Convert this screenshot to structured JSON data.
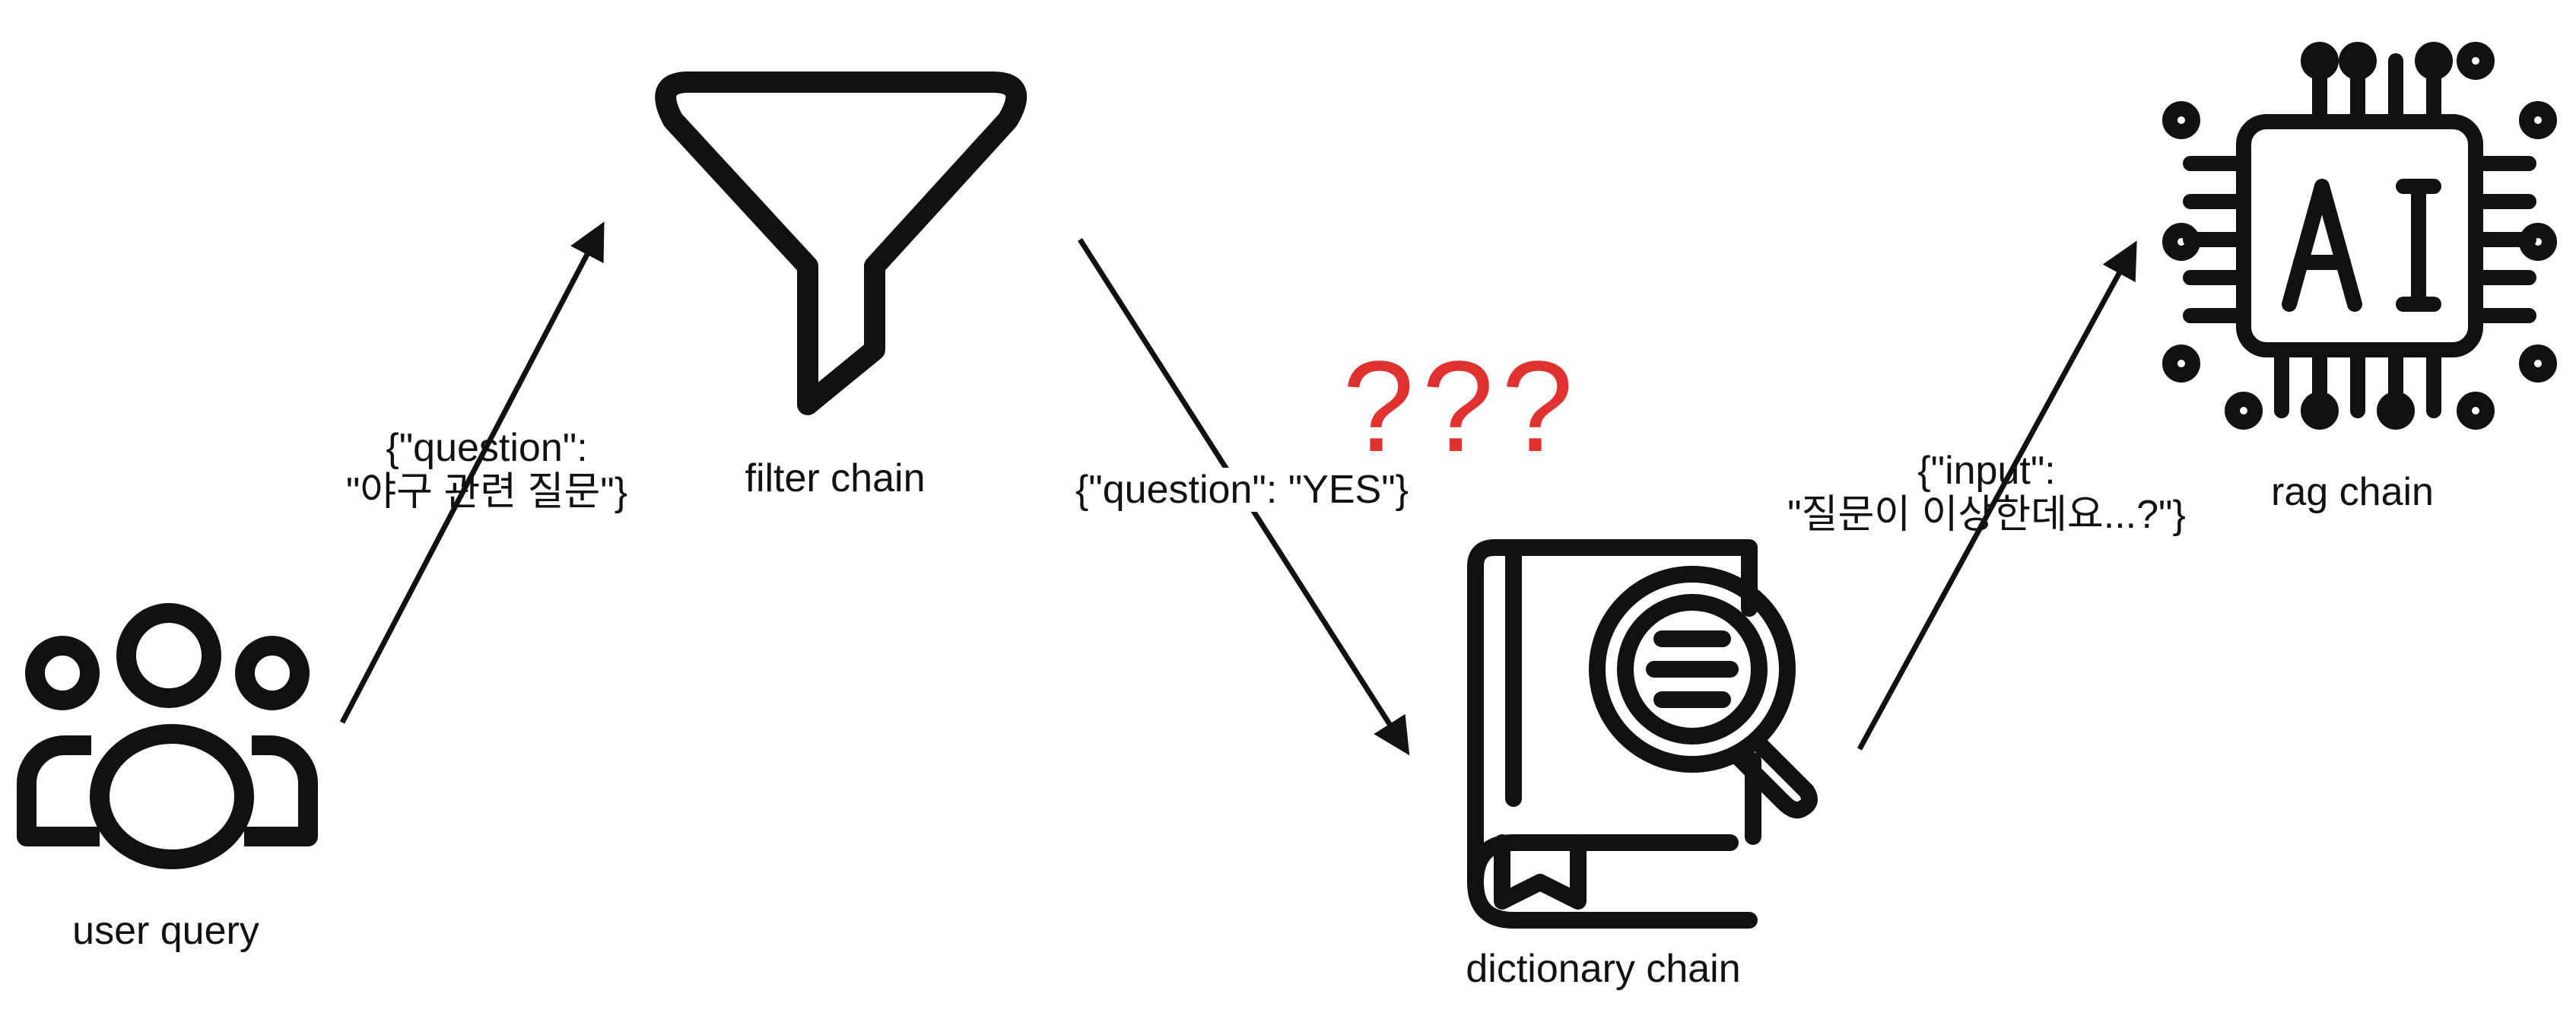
{
  "nodes": {
    "user_query": "user query",
    "filter_chain": "filter chain",
    "dictionary_chain": "dictionary chain",
    "rag_chain": "rag chain"
  },
  "edges": {
    "user_to_filter": {
      "line1": "{\"question\":",
      "line2": "\"야구 관련 질문\"}"
    },
    "filter_to_dictionary": {
      "line1": "{\"question\": \"YES\"}"
    },
    "dictionary_to_rag": {
      "line1": "{\"input\":",
      "line2": "\"질문이 이상한데요...?\"}"
    }
  },
  "confusion_marks": "???",
  "colors": {
    "ink": "#111111",
    "accent": "#e03131"
  },
  "icons": {
    "user_query": "users-group-icon",
    "filter_chain": "funnel-filter-icon",
    "dictionary_chain": "book-magnifier-icon",
    "rag_chain": "ai-chip-icon"
  }
}
